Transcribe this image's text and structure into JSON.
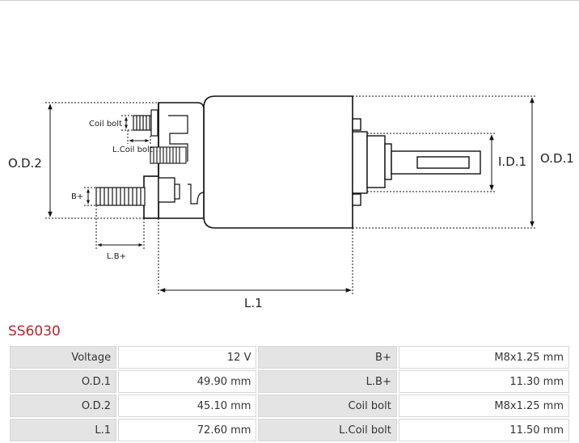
{
  "colors": {
    "part_code": "#b8242c",
    "key_cell": "#e4e4e4",
    "border": "#d7d7d7"
  },
  "diagram": {
    "labels": {
      "od2": "O.D.2",
      "od1": "O.D.1",
      "id1": "I.D.1",
      "l1": "L.1",
      "lb_plus": "L.B+",
      "b_plus": "B+",
      "coil_bolt": "Coil bolt",
      "l_coil_bolt": "L.Coil bolt"
    }
  },
  "product": {
    "code": "SS6030"
  },
  "specs": {
    "rows": [
      {
        "k1": "Voltage",
        "v1": "12 V",
        "k2": "B+",
        "v2": "M8x1.25 mm"
      },
      {
        "k1": "O.D.1",
        "v1": "49.90 mm",
        "k2": "L.B+",
        "v2": "11.30 mm"
      },
      {
        "k1": "O.D.2",
        "v1": "45.10 mm",
        "k2": "Coil bolt",
        "v2": "M8x1.25 mm"
      },
      {
        "k1": "L.1",
        "v1": "72.60 mm",
        "k2": "L.Coil bolt",
        "v2": "11.50 mm"
      }
    ]
  }
}
